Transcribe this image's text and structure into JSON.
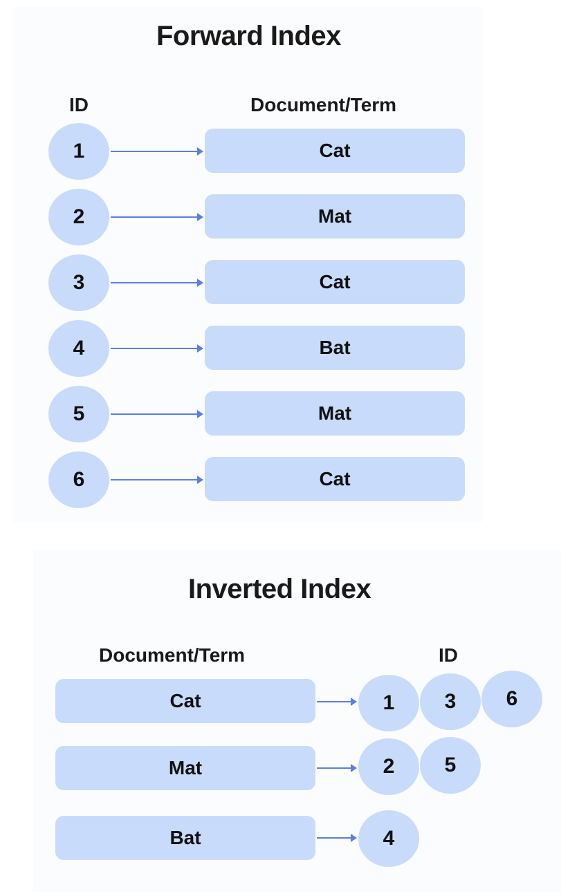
{
  "forward_index": {
    "title": "Forward Index",
    "id_header": "ID",
    "term_header": "Document/Term",
    "rows": [
      {
        "id": "1",
        "term": "Cat"
      },
      {
        "id": "2",
        "term": "Mat"
      },
      {
        "id": "3",
        "term": "Cat"
      },
      {
        "id": "4",
        "term": "Bat"
      },
      {
        "id": "5",
        "term": "Mat"
      },
      {
        "id": "6",
        "term": "Cat"
      }
    ]
  },
  "inverted_index": {
    "title": "Inverted Index",
    "term_header": "Document/Term",
    "id_header": "ID",
    "rows": [
      {
        "term": "Cat",
        "ids": [
          "1",
          "3",
          "6"
        ]
      },
      {
        "term": "Mat",
        "ids": [
          "2",
          "5"
        ]
      },
      {
        "term": "Bat",
        "ids": [
          "4"
        ]
      }
    ]
  },
  "colors": {
    "node_fill": "#c9dbfa",
    "arrow": "#5a7de8",
    "text": "#111111"
  }
}
